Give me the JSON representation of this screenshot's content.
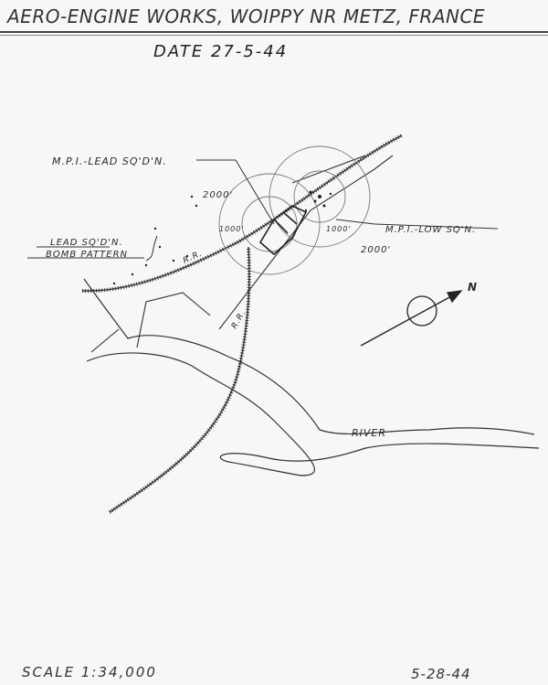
{
  "header": {
    "title": "AERO-ENGINE WORKS, WOIPPY NR METZ, FRANCE",
    "date": "DATE 27-5-44"
  },
  "map": {
    "labels": {
      "mpi_lead": "M.P.I.-LEAD SQ'D'N.",
      "mpi_low": "M.P.I.-LOW SQ'N.",
      "lead_pattern_line1": "LEAD SQ'D'N.",
      "lead_pattern_line2": "BOMB PATTERN",
      "radius_2000_a": "2000'",
      "radius_2000_b": "2000'",
      "radius_1000_a": "1000'",
      "radius_1000_b": "1000'",
      "railroad_a": "R.R.",
      "railroad_b": "R.R.",
      "river": "RIVER",
      "north": "N"
    }
  },
  "footer": {
    "scale": "SCALE 1:34,000",
    "stamp_date": "5-28-44"
  }
}
